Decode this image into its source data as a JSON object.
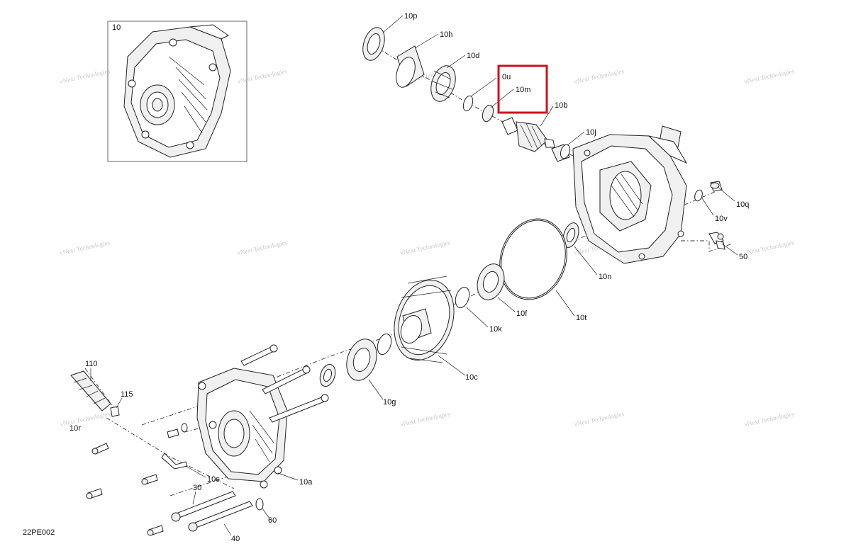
{
  "diagram_code": "22PE002",
  "watermark": "vNext Technologies",
  "highlight_color": "#d0101c",
  "labels": {
    "inset": "10",
    "p10p": "10p",
    "p10h": "10h",
    "p10d": "10d",
    "p0u": "0u",
    "p10m": "10m",
    "p10b": "10b",
    "p10j": "10j",
    "p10q": "10q",
    "p10v": "10v",
    "p50": "50",
    "p10n": "10n",
    "p10t": "10t",
    "p10f": "10f",
    "p10k": "10k",
    "p10c": "10c",
    "p10g": "10g",
    "p110": "110",
    "p115": "115",
    "p10r": "10r",
    "p10s": "10s",
    "p10a": "10a",
    "p30": "30",
    "p40": "40",
    "p60": "60"
  }
}
